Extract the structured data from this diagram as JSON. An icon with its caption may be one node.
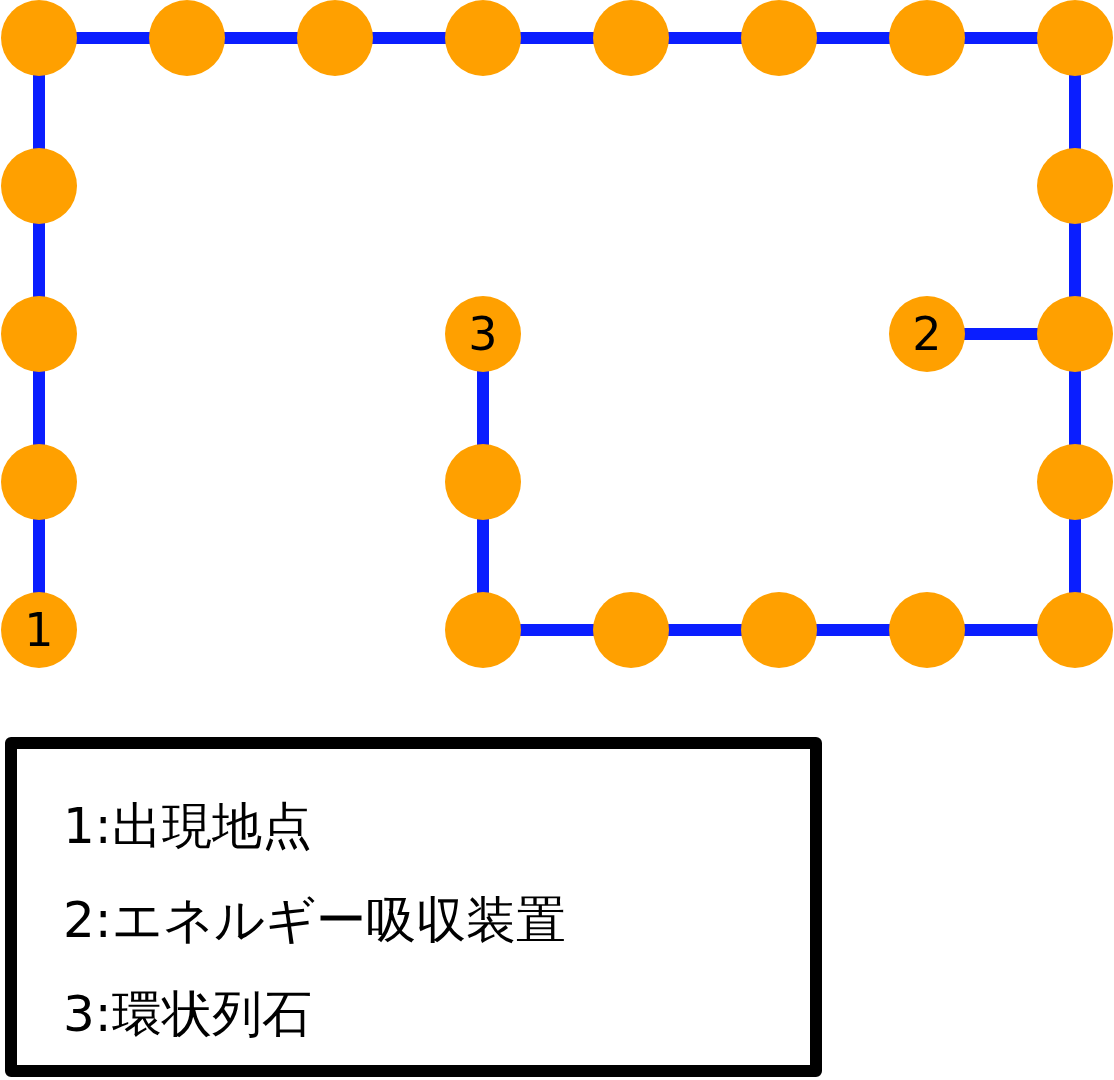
{
  "diagram": {
    "nodes": [
      {
        "text": [],
        "shape": "circle"
      },
      {
        "text": [],
        "shape": "circle"
      },
      {
        "text": [],
        "shape": "circle"
      },
      {
        "text": [],
        "shape": "circle"
      },
      {
        "text": [],
        "shape": "circle"
      },
      {
        "text": [],
        "shape": "circle"
      },
      {
        "text": [],
        "shape": "circle"
      },
      {
        "text": [],
        "shape": "circle"
      },
      {
        "text": [],
        "shape": "circle"
      },
      {
        "text": [],
        "shape": "circle"
      },
      {
        "text": [],
        "shape": "circle"
      },
      {
        "text": [
          "3"
        ]
      },
      {
        "text": [
          "2"
        ]
      },
      {
        "text": [],
        "shape": "circle"
      },
      {
        "text": [],
        "shape": "circle"
      },
      {
        "text": [],
        "shape": "circle"
      },
      {
        "text": [],
        "shape": "circle"
      },
      {
        "text": [
          "1"
        ]
      },
      {
        "text": [],
        "shape": "circle"
      },
      {
        "text": [],
        "shape": "circle"
      },
      {
        "text": [],
        "shape": "circle"
      },
      {
        "text": [],
        "shape": "circle"
      },
      {
        "text": [],
        "shape": "circle"
      }
    ],
    "edges": [
      {
        "from": 17,
        "to": 14,
        "arrow": "none"
      },
      {
        "from": 14,
        "to": 10,
        "arrow": "none"
      },
      {
        "from": 10,
        "to": 8,
        "arrow": "none"
      },
      {
        "from": 8,
        "to": 0,
        "arrow": "none"
      },
      {
        "from": 0,
        "to": 1,
        "arrow": "none"
      },
      {
        "from": 1,
        "to": 2,
        "arrow": "none"
      },
      {
        "from": 2,
        "to": 3,
        "arrow": "none"
      },
      {
        "from": 3,
        "to": 4,
        "arrow": "none"
      },
      {
        "from": 4,
        "to": 5,
        "arrow": "none"
      },
      {
        "from": 5,
        "to": 6,
        "arrow": "none"
      },
      {
        "from": 6,
        "to": 7,
        "arrow": "none"
      },
      {
        "from": 7,
        "to": 9,
        "arrow": "none"
      },
      {
        "from": 9,
        "to": 13,
        "arrow": "none"
      },
      {
        "from": 13,
        "to": 16,
        "arrow": "none"
      },
      {
        "from": 16,
        "to": 22,
        "arrow": "none"
      },
      {
        "from": 22,
        "to": 21,
        "arrow": "none"
      },
      {
        "from": 21,
        "to": 20,
        "arrow": "none"
      },
      {
        "from": 20,
        "to": 19,
        "arrow": "none"
      },
      {
        "from": 19,
        "to": 18,
        "arrow": "none"
      },
      {
        "from": 18,
        "to": 15,
        "arrow": "none"
      },
      {
        "from": 15,
        "to": 11,
        "arrow": "none"
      },
      {
        "from": 12,
        "to": 13,
        "arrow": "none"
      }
    ],
    "labels": [
      "1:出現地点",
      "2:エネルギー吸収装置",
      "3:環状列石"
    ]
  }
}
